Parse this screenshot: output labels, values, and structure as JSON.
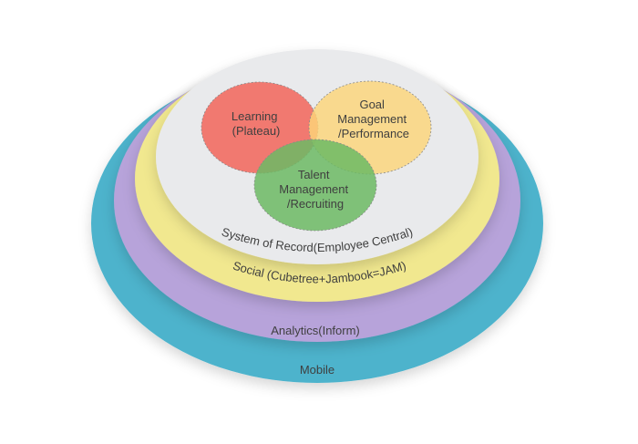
{
  "rings": [
    {
      "id": "mobile",
      "label": "Mobile",
      "color": "#4db3cc"
    },
    {
      "id": "analytics",
      "label": "Analytics(Inform)",
      "color": "#b7a3da"
    },
    {
      "id": "social",
      "label": "Social (Cubetree+Jambook=JAM)",
      "color": "#f1e88f"
    },
    {
      "id": "system",
      "label": "System of Record(Employee Central)",
      "color": "#e9eaec"
    }
  ],
  "circles": [
    {
      "id": "learning",
      "lines": [
        "Learning",
        "(Plateau)"
      ],
      "color": "#f26d63"
    },
    {
      "id": "goal",
      "lines": [
        "Goal",
        "Management",
        "/Performance"
      ],
      "color": "#fcd679"
    },
    {
      "id": "talent",
      "lines": [
        "Talent",
        "Management",
        "/Recruiting"
      ],
      "color": "#6cba64"
    }
  ]
}
